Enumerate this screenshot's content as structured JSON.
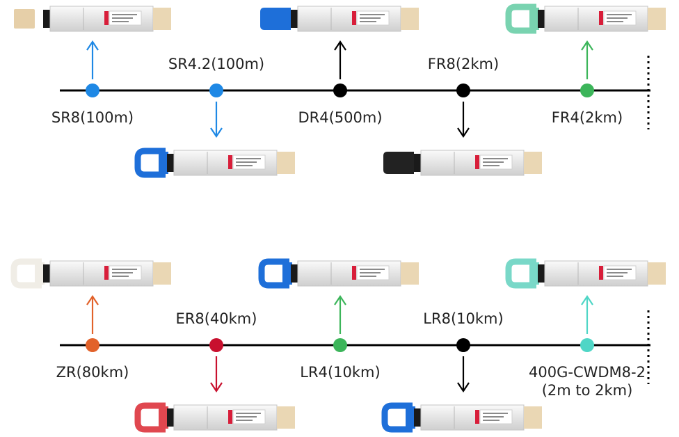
{
  "rows": [
    {
      "nodes": [
        {
          "label": "SR8(100m)",
          "color": "#1e88e5",
          "dir": "up",
          "labelPos": "below",
          "module": {
            "pull": "#e6cfa8",
            "pullStyle": "plain"
          }
        },
        {
          "label": "SR4.2(100m)",
          "color": "#1e88e5",
          "dir": "down",
          "labelPos": "above",
          "module": {
            "pull": "#1e6fd9",
            "pullStyle": "loop"
          }
        },
        {
          "label": "DR4(500m)",
          "color": "#000000",
          "dir": "up",
          "labelPos": "below",
          "module": {
            "pull": "#1e6fd9",
            "pullStyle": "tab"
          }
        },
        {
          "label": "FR8(2km)",
          "color": "#000000",
          "dir": "down",
          "labelPos": "above",
          "module": {
            "pull": "#222222",
            "pullStyle": "tab"
          }
        },
        {
          "label": "FR4(2km)",
          "color": "#3cb55a",
          "dir": "up",
          "labelPos": "below",
          "module": {
            "pull": "#79d3b0",
            "pullStyle": "loop"
          }
        }
      ]
    },
    {
      "nodes": [
        {
          "label": "ZR(80km)",
          "color": "#e2622a",
          "dir": "up",
          "labelPos": "below",
          "module": {
            "pull": "#f0ede6",
            "pullStyle": "loop"
          }
        },
        {
          "label": "ER8(40km)",
          "color": "#c8102e",
          "dir": "down",
          "labelPos": "above",
          "module": {
            "pull": "#e0474f",
            "pullStyle": "loop"
          }
        },
        {
          "label": "LR4(10km)",
          "color": "#3cb55a",
          "dir": "up",
          "labelPos": "below",
          "module": {
            "pull": "#1e6fd9",
            "pullStyle": "loop"
          }
        },
        {
          "label": "LR8(10km)",
          "color": "#000000",
          "dir": "down",
          "labelPos": "above",
          "module": {
            "pull": "#1e6fd9",
            "pullStyle": "loop"
          }
        },
        {
          "label": "400G-CWDM8-2",
          "label2": "(2m to 2km)",
          "color": "#4fd6c6",
          "dir": "up",
          "labelPos": "below",
          "module": {
            "pull": "#79d8c8",
            "pullStyle": "loop"
          }
        }
      ]
    }
  ],
  "colors": {
    "line": "#000000",
    "body": "#ececec",
    "tail": "#ead7b4",
    "tag": "#d81e3a"
  }
}
